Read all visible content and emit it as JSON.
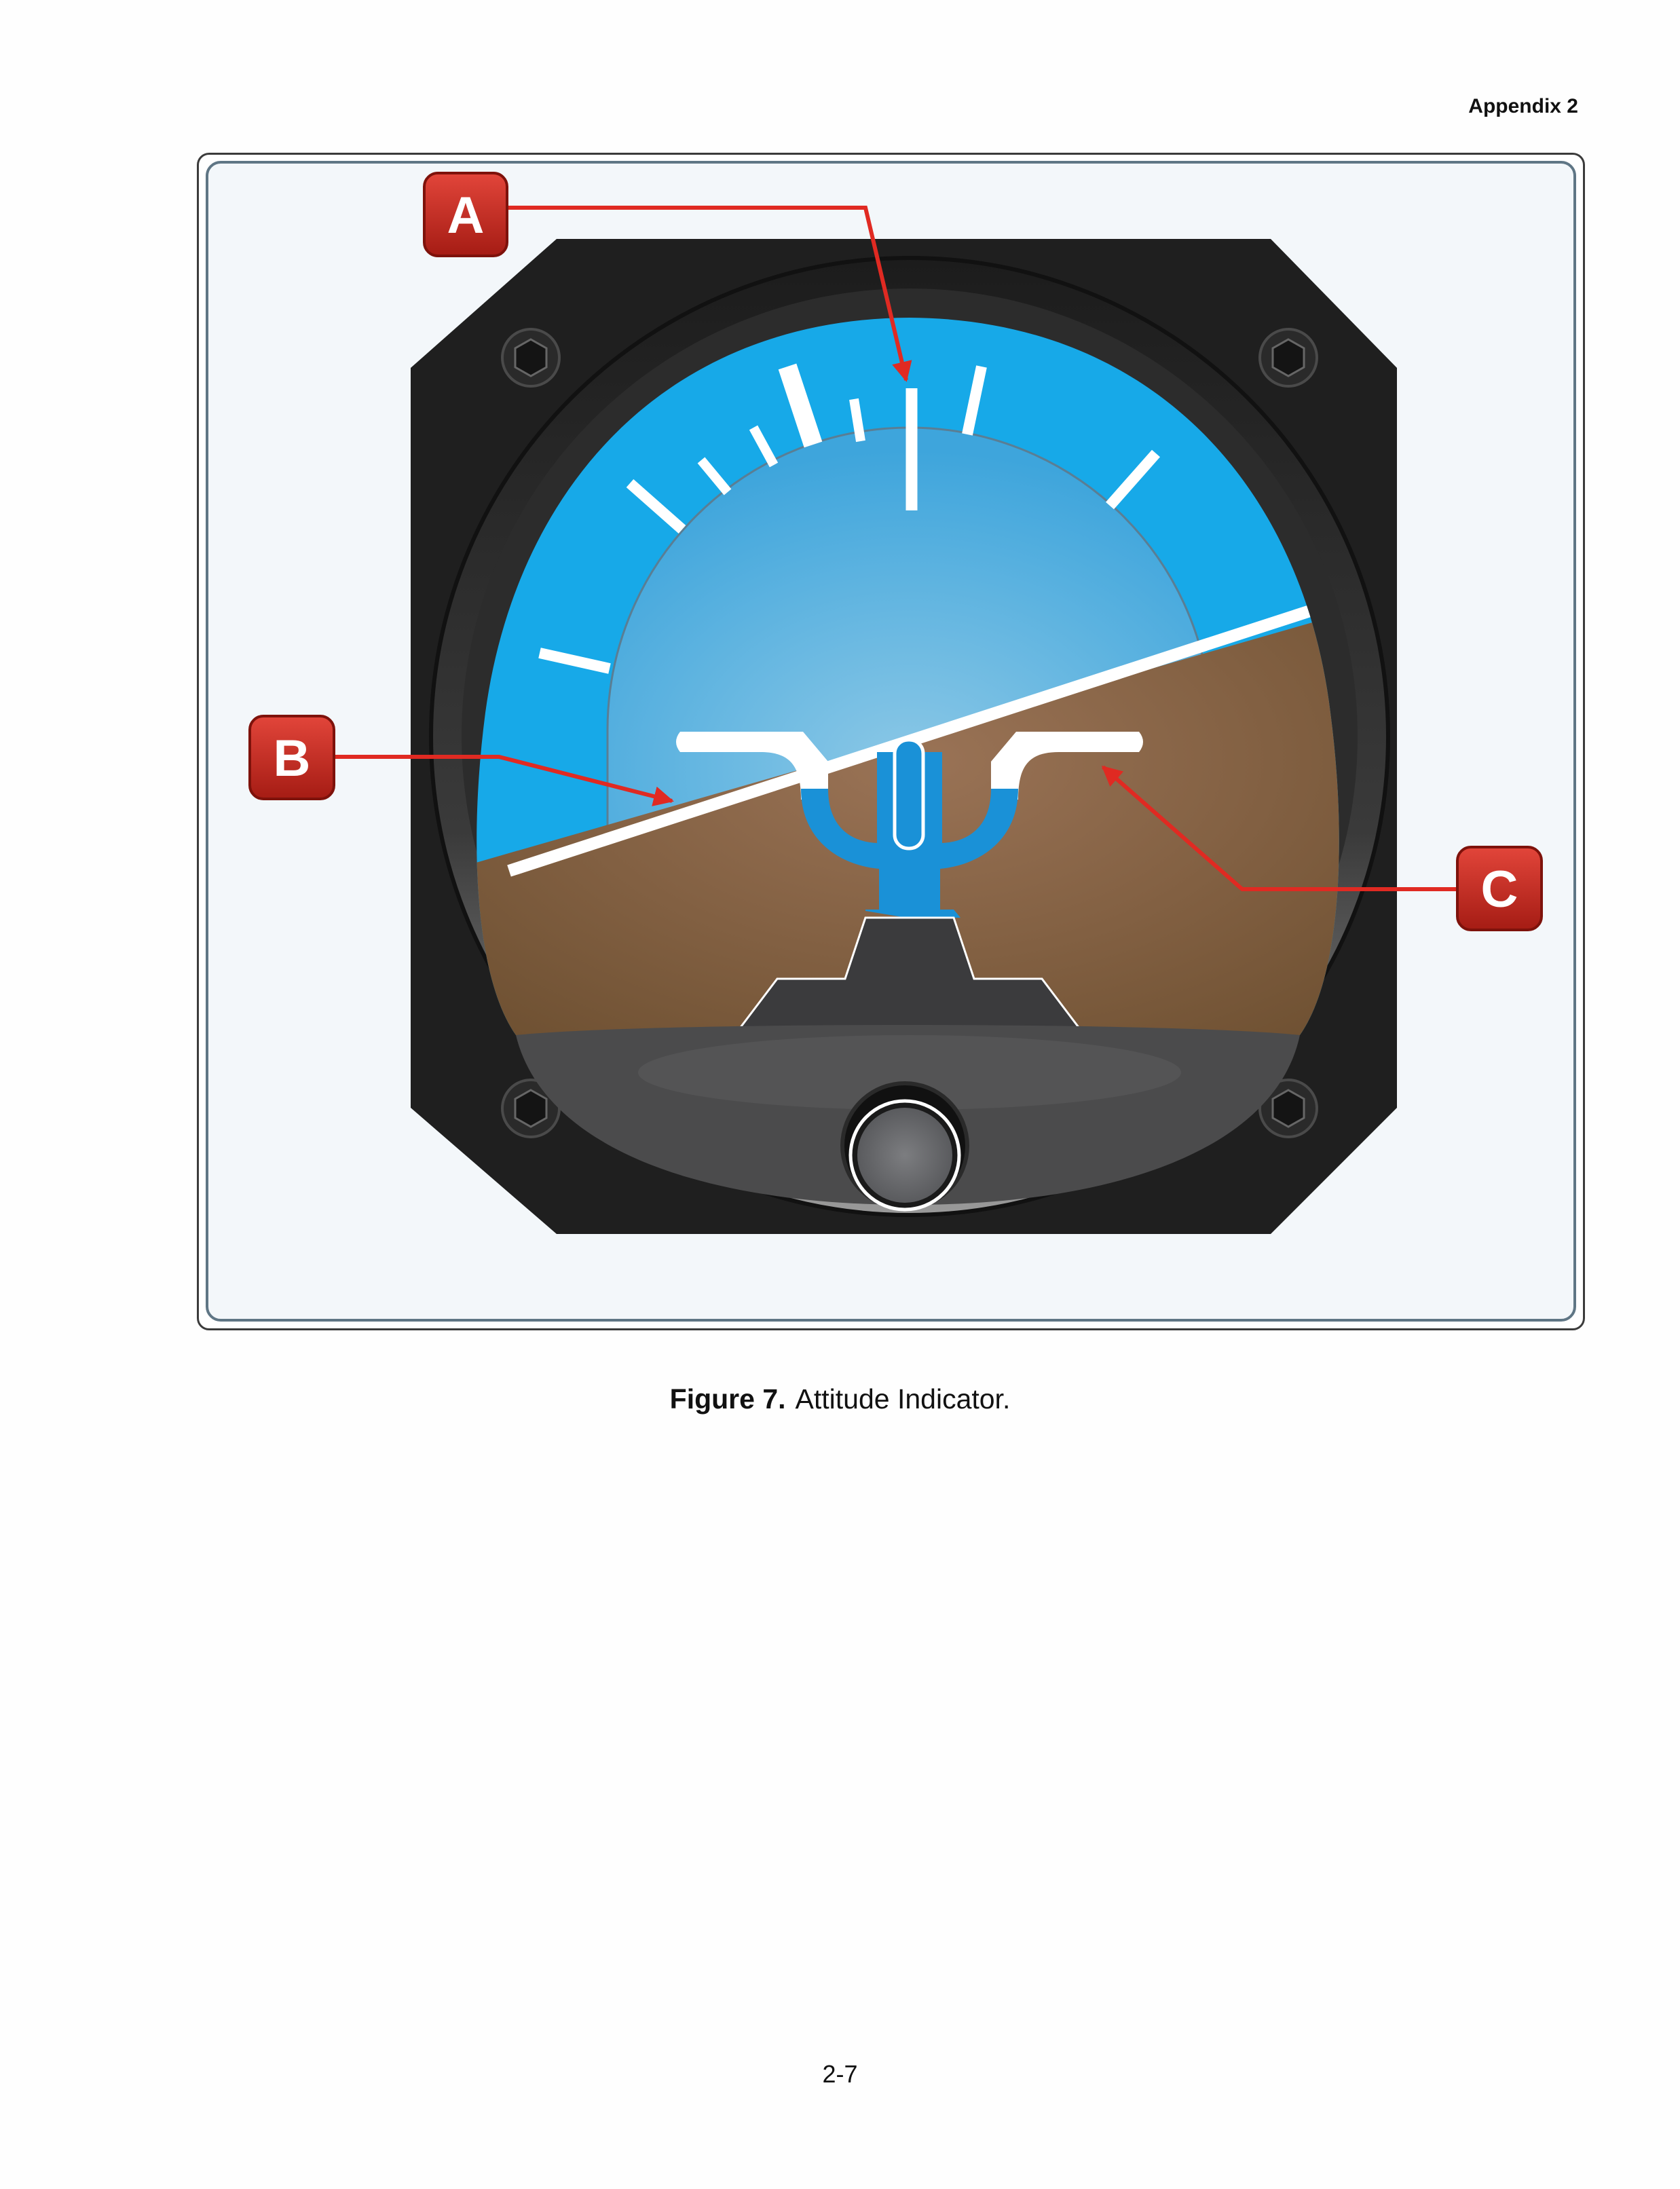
{
  "header": {
    "text": "Appendix 2"
  },
  "figure": {
    "subject_icon": "attitude-indicator-instrument",
    "callouts": [
      {
        "id": "A",
        "label": "A"
      },
      {
        "id": "B",
        "label": "B"
      },
      {
        "id": "C",
        "label": "C"
      }
    ],
    "colors": {
      "sky": "#17a9e8",
      "ground": "#6d4f31",
      "bezel": "#1f1f1f",
      "callout": "#c2281e",
      "miniature_aircraft": "#1a91d7"
    }
  },
  "caption": {
    "label": "Figure 7.",
    "text": "Attitude Indicator."
  },
  "page_number": "2-7"
}
